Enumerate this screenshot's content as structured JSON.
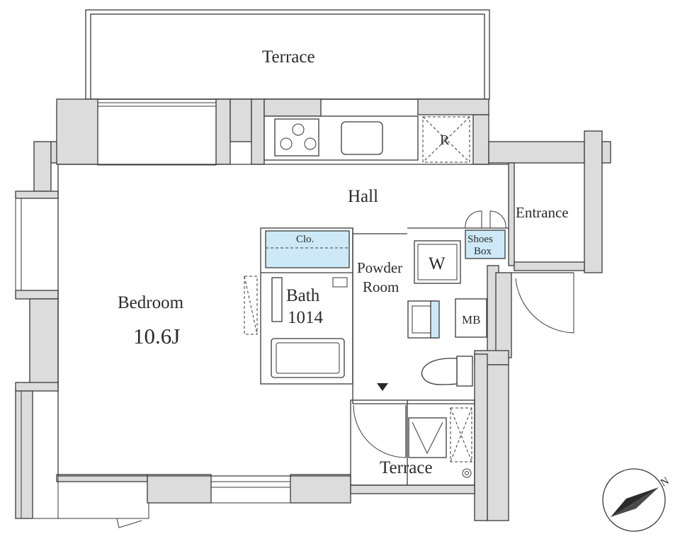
{
  "floor_plan": {
    "rooms": {
      "terrace_top": "Terrace",
      "hall": "Hall",
      "entrance": "Entrance",
      "bedroom": "Bedroom",
      "bedroom_size": "10.6J",
      "closet": "Clo.",
      "bath_line1": "Bath",
      "bath_line2": "1014",
      "powder_line1": "Powder",
      "powder_line2": "Room",
      "washer": "W",
      "shoes_line1": "Shoes",
      "shoes_line2": "Box",
      "meter_box": "MB",
      "refrigerator": "R",
      "terrace_bottom": "Terrace"
    },
    "compass": {
      "label": "N"
    },
    "colors": {
      "wall": "#dcdcdc",
      "storage_fill": "#cde9f7",
      "line": "#3a3a3a"
    }
  }
}
